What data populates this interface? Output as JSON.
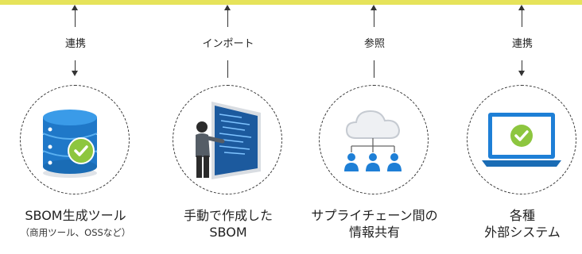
{
  "columns": [
    {
      "label": "連携",
      "title": [
        "SBOM生成ツール"
      ],
      "sub": "（商用ツール、OSSなど）",
      "icon": "database-icon"
    },
    {
      "label": "インポート",
      "title": [
        "手動で作成した",
        "SBOM"
      ],
      "icon": "person-presentation-icon"
    },
    {
      "label": "参照",
      "title": [
        "サプライチェーン間の",
        "情報共有"
      ],
      "icon": "cloud-network-icon"
    },
    {
      "label": "連携",
      "title": [
        "各種",
        "外部システム"
      ],
      "icon": "laptop-icon"
    }
  ],
  "colors": {
    "accent_bar": "#e6e35a",
    "blue": "#1e7fd6",
    "green": "#8dc63f"
  }
}
